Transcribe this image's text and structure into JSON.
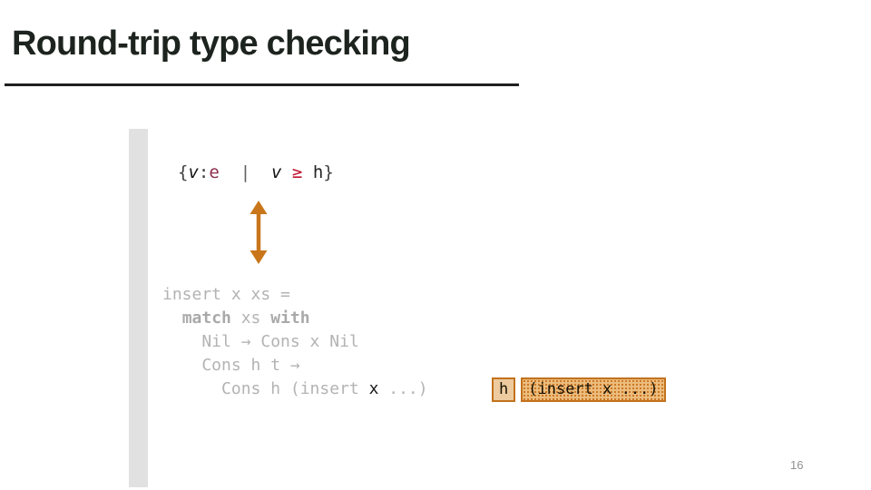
{
  "slide": {
    "title": "Round-trip type checking",
    "page_number": "16"
  },
  "annotation": {
    "text": "{v:e | v ≥ h}",
    "tokens": [
      {
        "t": "{",
        "c": "brace"
      },
      {
        "t": "v",
        "c": "ital"
      },
      {
        "t": ":",
        "c": "brace"
      },
      {
        "t": "e",
        "c": "maroon"
      },
      {
        "t": "  ",
        "c": "brace"
      },
      {
        "t": "|",
        "c": "pipe"
      },
      {
        "t": "  ",
        "c": "brace"
      },
      {
        "t": "v",
        "c": "ital"
      },
      {
        "t": " ",
        "c": "brace"
      },
      {
        "t": "≥",
        "c": "red"
      },
      {
        "t": " ",
        "c": "brace"
      },
      {
        "t": "h",
        "c": "darktok"
      },
      {
        "t": "}",
        "c": "brace"
      }
    ]
  },
  "arrow": {
    "icon": "bidirectional-vertical-arrow",
    "color": "#c9761b"
  },
  "code": {
    "text": "insert x xs =\n  match xs with\n    Nil → Cons x Nil\n    Cons h t →\n      Cons h (insert x ...)",
    "lines": [
      [
        {
          "t": "insert x xs =",
          "c": "dim"
        }
      ],
      [
        {
          "t": "  ",
          "c": "dim"
        },
        {
          "t": "match",
          "c": "dimbold"
        },
        {
          "t": " xs ",
          "c": "dim"
        },
        {
          "t": "with",
          "c": "dimbold"
        }
      ],
      [
        {
          "t": "    Nil → Cons x Nil",
          "c": "dim"
        }
      ],
      [
        {
          "t": "    Cons h t →",
          "c": "dim"
        }
      ],
      [
        {
          "t": "      Cons h (insert ",
          "c": "dim"
        },
        {
          "t": "x",
          "c": "dark"
        },
        {
          "t": " ...)",
          "c": "dim"
        }
      ]
    ]
  },
  "chips": {
    "h_label": "h",
    "insert_label": "(insert x ...)"
  },
  "colors": {
    "title": "#1d241f",
    "underline": "#1f1f1f",
    "accent_bar": "#e1e1e1",
    "code_gray": "#b3b3b3",
    "arrow_orange": "#c9761b",
    "chip_border": "#c2721c",
    "chip_fill": "#edcb9f",
    "chip_pattern_fill": "#ecbc7c",
    "chip_pattern_dot": "#cb7929",
    "annotation_maroon": "#8b2e4e",
    "annotation_red": "#c0132f",
    "page_number_gray": "#8f8f8f"
  }
}
